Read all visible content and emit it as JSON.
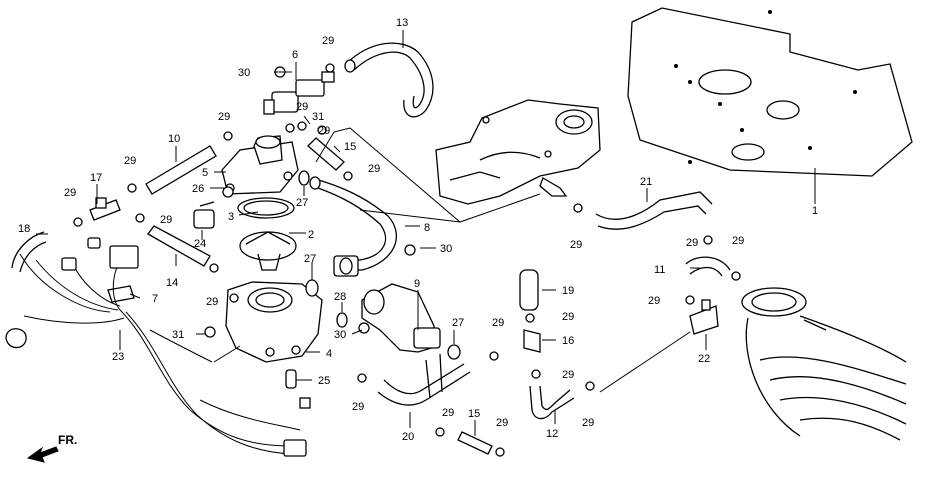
{
  "diagram": {
    "direction_label": "FR.",
    "callouts": [
      {
        "id": "c1",
        "label": "1"
      },
      {
        "id": "c2",
        "label": "2"
      },
      {
        "id": "c3",
        "label": "3"
      },
      {
        "id": "c4",
        "label": "4"
      },
      {
        "id": "c5",
        "label": "5"
      },
      {
        "id": "c6",
        "label": "6"
      },
      {
        "id": "c7",
        "label": "7"
      },
      {
        "id": "c8",
        "label": "8"
      },
      {
        "id": "c9",
        "label": "9"
      },
      {
        "id": "c10",
        "label": "10"
      },
      {
        "id": "c11",
        "label": "11"
      },
      {
        "id": "c12",
        "label": "12"
      },
      {
        "id": "c13",
        "label": "13"
      },
      {
        "id": "c14",
        "label": "14"
      },
      {
        "id": "c15a",
        "label": "15"
      },
      {
        "id": "c15b",
        "label": "15"
      },
      {
        "id": "c16",
        "label": "16"
      },
      {
        "id": "c17",
        "label": "17"
      },
      {
        "id": "c18",
        "label": "18"
      },
      {
        "id": "c19",
        "label": "19"
      },
      {
        "id": "c20",
        "label": "20"
      },
      {
        "id": "c21",
        "label": "21"
      },
      {
        "id": "c22",
        "label": "22"
      },
      {
        "id": "c23",
        "label": "23"
      },
      {
        "id": "c24",
        "label": "24"
      },
      {
        "id": "c25",
        "label": "25"
      },
      {
        "id": "c26",
        "label": "26"
      },
      {
        "id": "c27a",
        "label": "27"
      },
      {
        "id": "c27b",
        "label": "27"
      },
      {
        "id": "c27c",
        "label": "27"
      },
      {
        "id": "c28",
        "label": "28"
      },
      {
        "id": "c29a",
        "label": "29"
      },
      {
        "id": "c29b",
        "label": "29"
      },
      {
        "id": "c29c",
        "label": "29"
      },
      {
        "id": "c29d",
        "label": "29"
      },
      {
        "id": "c29e",
        "label": "29"
      },
      {
        "id": "c29f",
        "label": "29"
      },
      {
        "id": "c29g",
        "label": "29"
      },
      {
        "id": "c29h",
        "label": "29"
      },
      {
        "id": "c29i",
        "label": "29"
      },
      {
        "id": "c29j",
        "label": "29"
      },
      {
        "id": "c29k",
        "label": "29"
      },
      {
        "id": "c29l",
        "label": "29"
      },
      {
        "id": "c29m",
        "label": "29"
      },
      {
        "id": "c29n",
        "label": "29"
      },
      {
        "id": "c29o",
        "label": "29"
      },
      {
        "id": "c29p",
        "label": "29"
      },
      {
        "id": "c29q",
        "label": "29"
      },
      {
        "id": "c29r",
        "label": "29"
      },
      {
        "id": "c29s",
        "label": "29"
      },
      {
        "id": "c29t",
        "label": "29"
      },
      {
        "id": "c30a",
        "label": "30"
      },
      {
        "id": "c30b",
        "label": "30"
      },
      {
        "id": "c30c",
        "label": "30"
      },
      {
        "id": "c31a",
        "label": "31"
      },
      {
        "id": "c31b",
        "label": "31"
      }
    ]
  }
}
